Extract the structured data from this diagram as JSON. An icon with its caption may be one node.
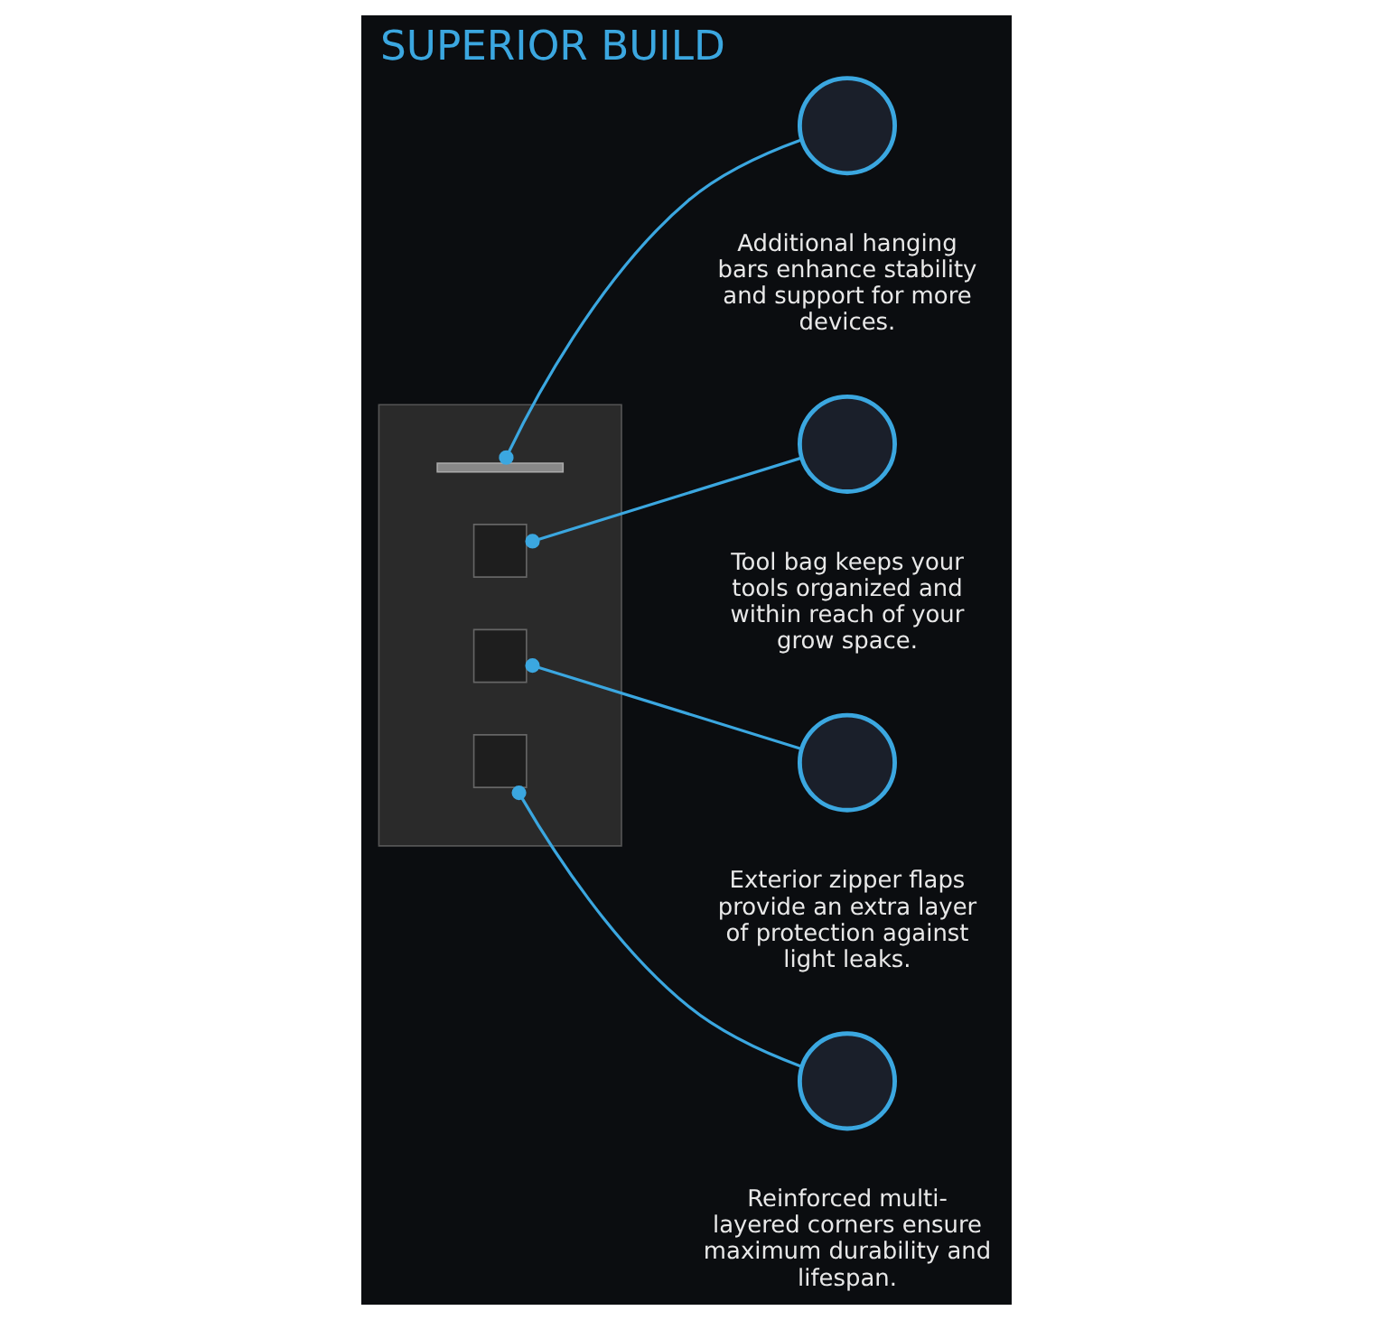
{
  "diagram": {
    "title": "SUPERIOR BUILD",
    "nodes": [
      {
        "text": [],
        "shape": "picture"
      },
      {
        "text": [],
        "shape": "bar",
        "in": 0
      },
      {
        "text": [],
        "shape": "box",
        "in": 0
      },
      {
        "text": [],
        "shape": "box",
        "in": 0
      },
      {
        "text": [],
        "shape": "box",
        "in": 0
      },
      {
        "text": [],
        "shape": "circle",
        "beside": [
          "Additional hanging bars enhance stability and support for more devices."
        ]
      },
      {
        "text": [],
        "shape": "circle",
        "beside": [
          "Tool bag keeps your tools organized and within reach of your grow space."
        ]
      },
      {
        "text": [],
        "shape": "circle",
        "beside": [
          "Exterior zipper flaps provide an extra layer of protection against light leaks."
        ]
      },
      {
        "text": [],
        "shape": "circle",
        "beside": [
          "Reinforced multi-layered corners ensure maximum durability and lifespan."
        ]
      }
    ],
    "edges": [
      {
        "from": 1,
        "to": 5,
        "arrow": "other"
      },
      {
        "from": 2,
        "to": 6,
        "arrow": "other"
      },
      {
        "from": 3,
        "to": 7,
        "arrow": "other"
      },
      {
        "from": 4,
        "to": 8,
        "arrow": "other"
      }
    ]
  }
}
